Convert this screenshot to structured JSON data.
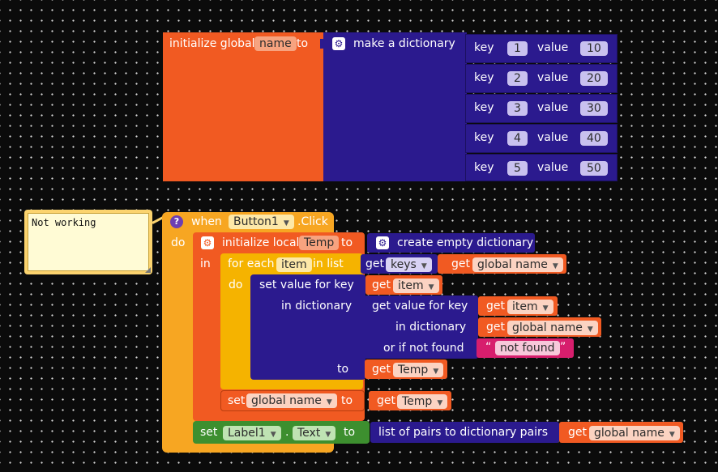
{
  "init_global": {
    "prefix": "initialize global",
    "var_name": "name",
    "to": "to",
    "make_dict": "make a dictionary",
    "pairs": [
      {
        "key_label": "key",
        "key": "1",
        "value_label": "value",
        "value": "10"
      },
      {
        "key_label": "key",
        "key": "2",
        "value_label": "value",
        "value": "20"
      },
      {
        "key_label": "key",
        "key": "3",
        "value_label": "value",
        "value": "30"
      },
      {
        "key_label": "key",
        "key": "4",
        "value_label": "value",
        "value": "40"
      },
      {
        "key_label": "key",
        "key": "5",
        "value_label": "value",
        "value": "50"
      }
    ]
  },
  "comment": {
    "text": "Not working"
  },
  "event": {
    "when": "when",
    "component": "Button1",
    "event_name": ".Click",
    "do": "do"
  },
  "local": {
    "label": "initialize local",
    "var_name": "Temp",
    "to": "to",
    "in": "in",
    "create_empty": "create empty dictionary"
  },
  "foreach": {
    "label": "for each",
    "item": "item",
    "in_list": "in list",
    "do": "do",
    "get_label": "get",
    "keys": "keys",
    "get_global_label": "get",
    "global_name": "global name"
  },
  "setvalue": {
    "label": "set value for key",
    "key_get": "get",
    "key_var": "item",
    "in_dictionary": "in dictionary",
    "to": "to",
    "to_get": "get",
    "to_var": "Temp"
  },
  "getvalue": {
    "label": "get value for key",
    "key_get": "get",
    "key_var": "item",
    "in_dictionary": "in dictionary",
    "dict_get": "get",
    "dict_var": "global name",
    "not_found_label": "or if not found",
    "not_found_value": "not found",
    "quote_open": "“",
    "quote_close": "”"
  },
  "set_global": {
    "set": "set",
    "var": "global name",
    "to": "to",
    "get": "get",
    "value_var": "Temp"
  },
  "set_label": {
    "set": "set",
    "component": "Label1",
    "dot": ".",
    "property": "Text",
    "to": "to",
    "list_pairs": "list of pairs to dictionary  pairs",
    "get": "get",
    "var": "global name"
  },
  "icons": {
    "gear": "gear-icon",
    "help": "help-icon",
    "dropdown": "chevron-down-icon"
  },
  "colors": {
    "variables": "#f15a22",
    "dictionaries": "#2b1a8e",
    "control": "#f7a622",
    "components": "#3d8f2f",
    "text": "#d71e6d"
  }
}
